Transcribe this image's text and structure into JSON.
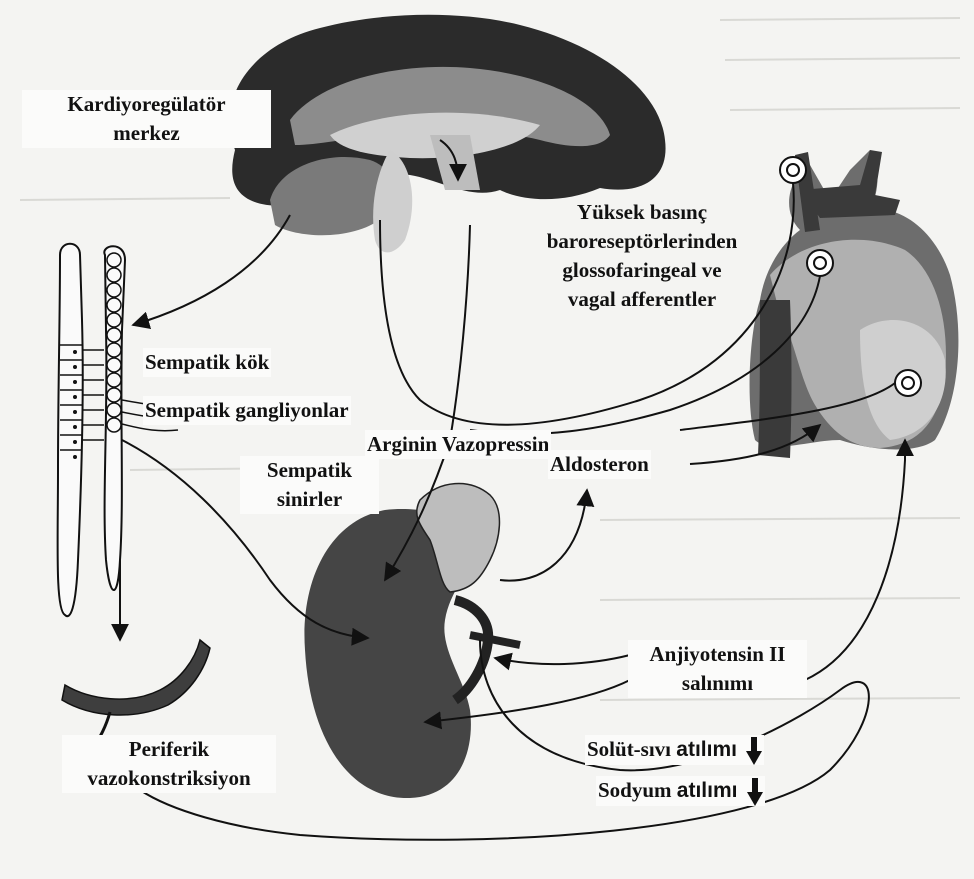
{
  "labels": {
    "cardio_center_l1": "Kardiyoregülatör",
    "cardio_center_l2": "merkez",
    "baroreceptor_l1": "Yüksek basınç",
    "baroreceptor_l2": "baroreseptörlerinden",
    "baroreceptor_l3": "glossofaringeal ve",
    "baroreceptor_l4": "vagal afferentler",
    "sympathetic_trunk": "Sempatik kök",
    "sympathetic_ganglia": "Sempatik gangliyonlar",
    "vasopressin": "Arginin Vazopressin",
    "aldosterone": "Aldosteron",
    "sympathetic_nerves_l1": "Sempatik",
    "sympathetic_nerves_l2": "sinirler",
    "angiotensin_l1": "Anjiyotensin II",
    "angiotensin_l2": "salınımı",
    "solute_excretion_word": "Solüt-sıvı",
    "solute_excretion_suffix": "atılımı",
    "sodium_excretion_word": "Sodyum",
    "sodium_excretion_suffix": "atılımı",
    "peripheral_l1": "Periferik",
    "peripheral_l2": "vazokonstriksiyon"
  },
  "colors": {
    "ink": "#111111",
    "organ_dark": "#2e2e2e",
    "organ_mid": "#6a6a6a",
    "organ_light": "#bdbdbd",
    "paper": "#f4f4f2"
  },
  "icons": [
    "down-arrow-icon",
    "brain-illustration",
    "heart-illustration",
    "kidney-illustration",
    "spinal-cord-illustration",
    "blood-vessel-illustration"
  ]
}
